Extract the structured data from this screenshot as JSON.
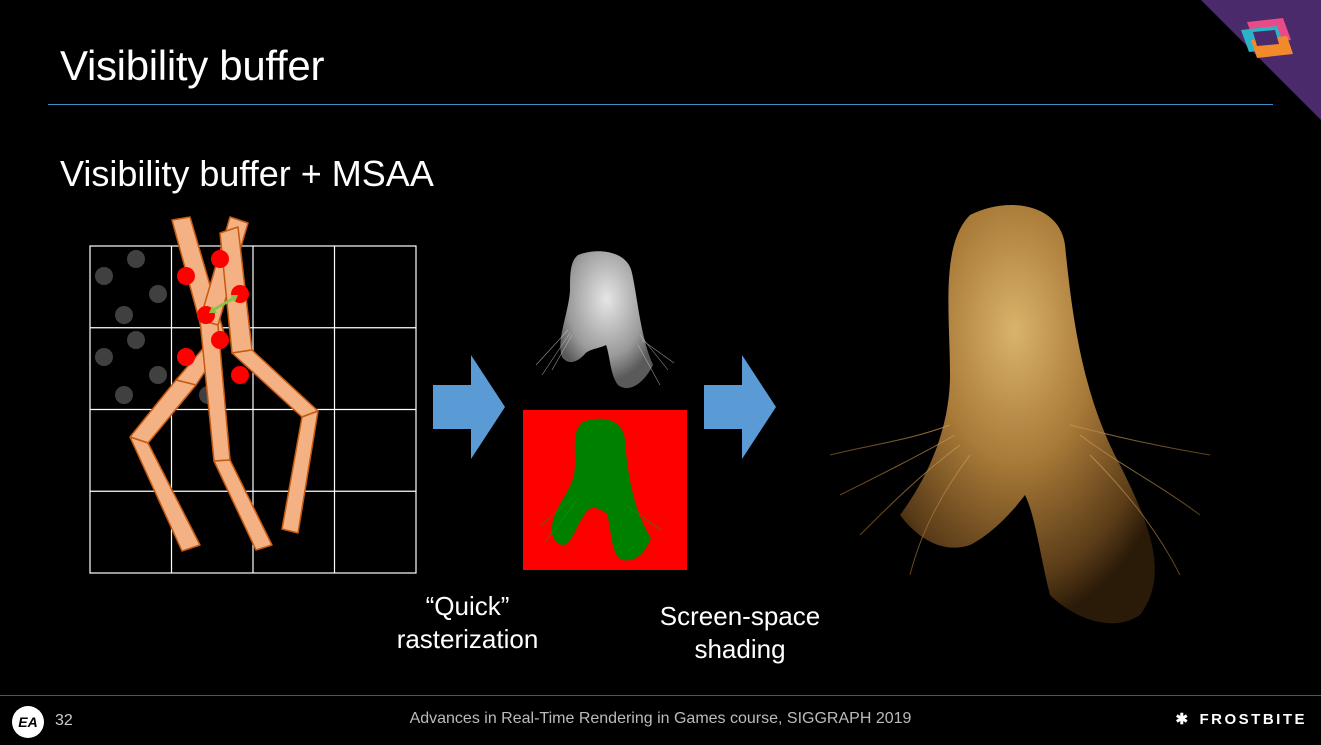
{
  "slide": {
    "title": "Visibility buffer",
    "subtitle": "Visibility buffer + MSAA"
  },
  "captions": {
    "quick_rasterization": "“Quick” rasterization",
    "screen_space_shading": "Screen-space shading"
  },
  "footer": {
    "ea_logo": "EA",
    "page_number": "32",
    "course_text": "Advances in Real-Time Rendering in Games course, SIGGRAPH 2019",
    "brand": "FROSTBITE"
  },
  "colors": {
    "background": "#000000",
    "title_rule": "#3a8fc4",
    "arrow": "#5b9bd5",
    "hair_strand_fill": "#f4b183",
    "hair_strand_stroke": "#c55a11",
    "sample_dot": "#ff0000",
    "inactive_dot": "#404040",
    "vis_buffer_bg": "#ff0000",
    "vis_buffer_hair": "#008000"
  }
}
